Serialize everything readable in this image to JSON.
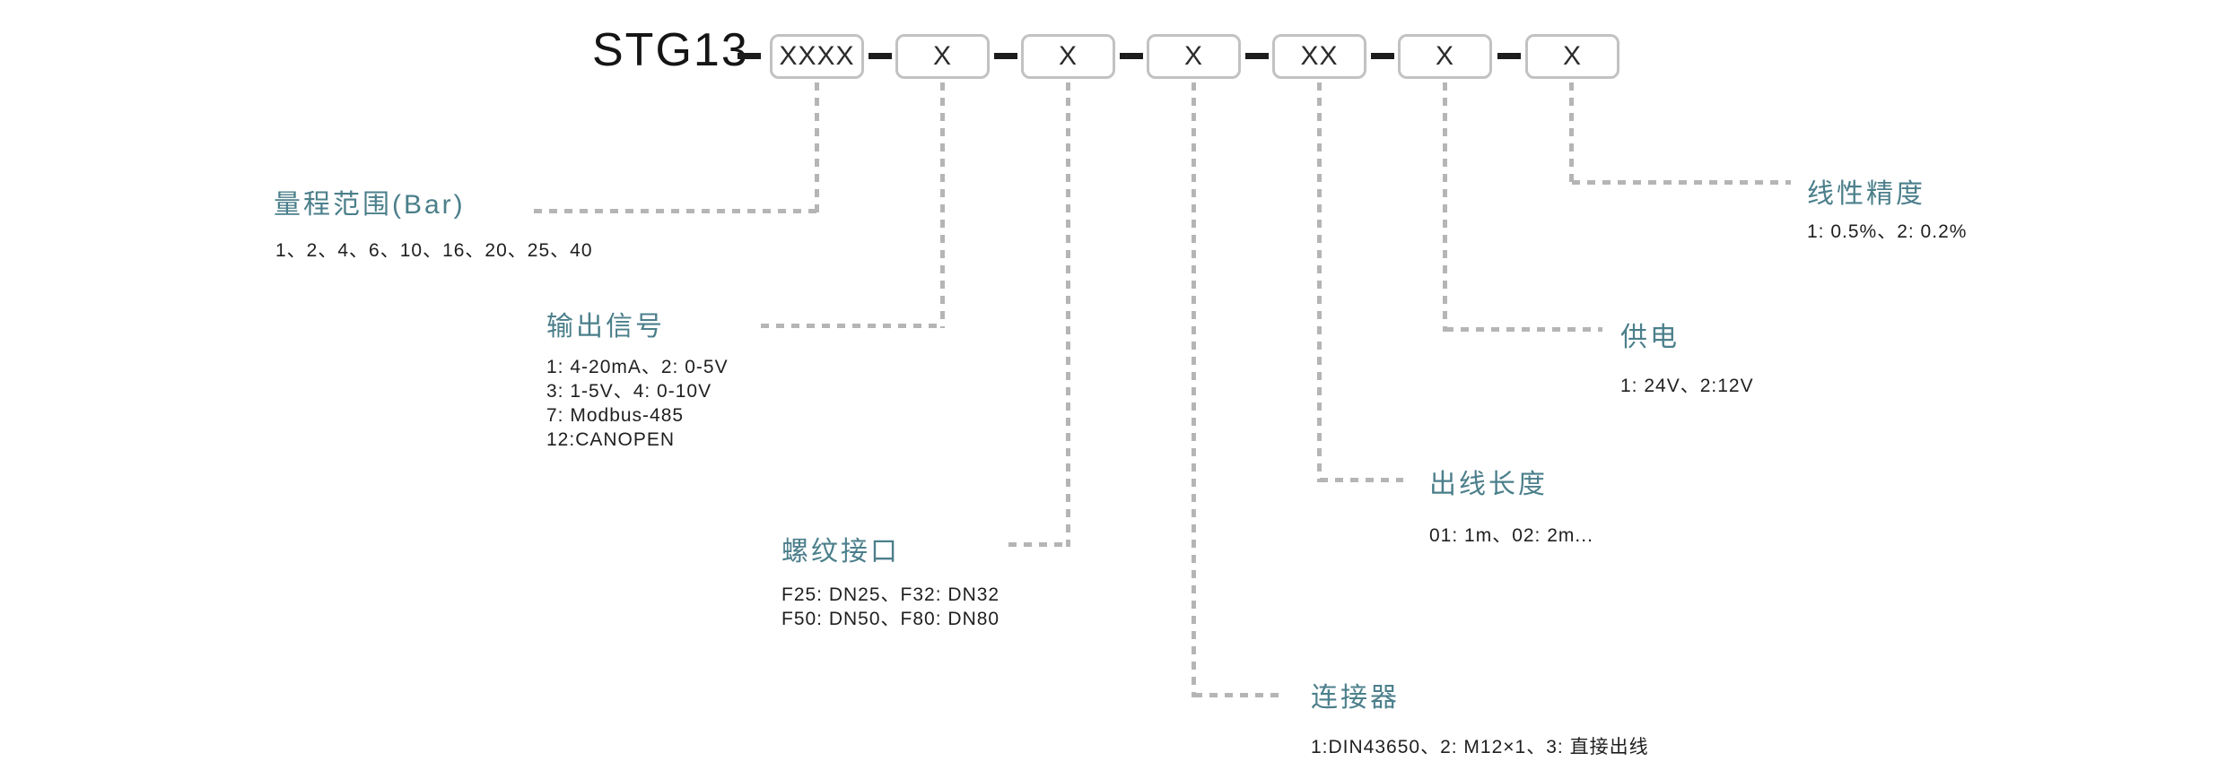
{
  "model_code": {
    "prefix": "STG13",
    "segments": [
      {
        "code": "XXXX"
      },
      {
        "code": "X"
      },
      {
        "code": "X"
      },
      {
        "code": "X"
      },
      {
        "code": "XX"
      },
      {
        "code": "X"
      },
      {
        "code": "X"
      }
    ]
  },
  "sections": [
    {
      "id": "range",
      "label": "量程范围(Bar)",
      "lines": [
        "1、2、4、6、10、16、20、25、40"
      ]
    },
    {
      "id": "output-signal",
      "label": "输出信号",
      "lines": [
        "1: 4-20mA、2: 0-5V",
        "3: 1-5V、4: 0-10V",
        "7: Modbus-485",
        "12:CANOPEN"
      ]
    },
    {
      "id": "thread-interface",
      "label": "螺纹接口",
      "lines": [
        "F25: DN25、F32: DN32",
        "F50: DN50、F80: DN80"
      ]
    },
    {
      "id": "connector",
      "label": "连接器",
      "lines": [
        "1:DIN43650、2: M12×1、3: 直接出线"
      ]
    },
    {
      "id": "cable-length",
      "label": "出线长度",
      "lines": [
        "01: 1m、02: 2m..."
      ]
    },
    {
      "id": "power-supply",
      "label": "供电",
      "lines": [
        "1: 24V、2:12V"
      ]
    },
    {
      "id": "linearity-accuracy",
      "label": "线性精度",
      "lines": [
        "1: 0.5%、2: 0.2%"
      ]
    }
  ],
  "colors": {
    "label_accent": "#4b7f8b",
    "box_border": "#c2c2c2",
    "separator_dash": "#1c1c1c",
    "connector_line": "#b5b5b5",
    "text": "#1f1f1f",
    "background": "#ffffff"
  }
}
